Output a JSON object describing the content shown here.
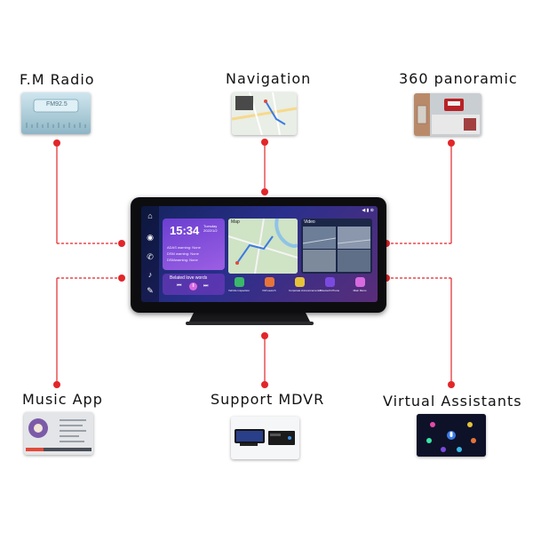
{
  "features": {
    "fm_radio": "F.M Radio",
    "navigation": "Navigation",
    "panoramic": "360 panoramic",
    "music_app": "Music App",
    "mdvr": "Support MDVR",
    "assistants": "Virtual Assistants"
  },
  "thumbs": {
    "fm_freq": "FM92.5"
  },
  "screen": {
    "clock_time": "15:34",
    "clock_day": "Tuesday",
    "clock_date": "2022/1/2",
    "warn1": "ADAS warning: None",
    "warn2": "DSM warning: None",
    "warn3": "DSMwarning: None",
    "song": "Belated love words",
    "map_title": "Map",
    "video_title": "Video",
    "apps": [
      "Vehicle inspection",
      "FM Launch",
      "Corporate Announcements",
      "Bluetooth Phone",
      "Main Menu"
    ]
  },
  "colors": {
    "connector": "#e2262a",
    "accent_purple": "#7a4ae0"
  }
}
